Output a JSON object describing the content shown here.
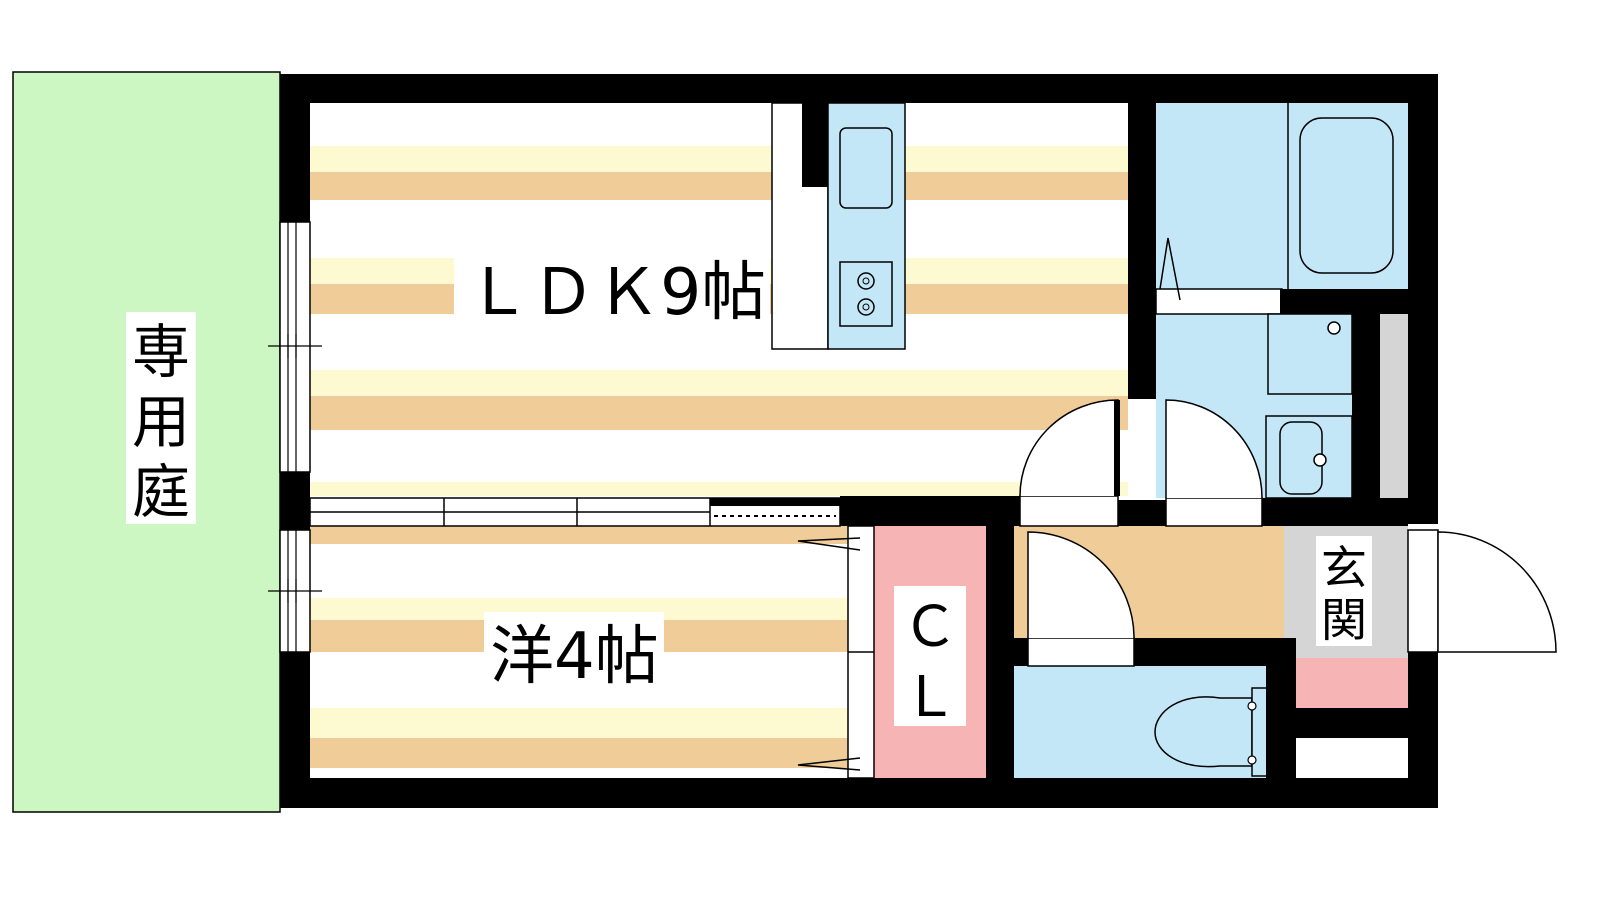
{
  "labels": {
    "garden": "専用庭",
    "ldk": "ＬＤＫ9帖",
    "western_room": "洋4帖",
    "closet": "ＣＬ",
    "entrance": "玄関"
  },
  "colors": {
    "garden_fill": "#ccf7c3",
    "wall": "#000000",
    "floor_stripe_light": "#fdfad2",
    "floor_stripe_dark": "#f0cc98",
    "wet_area": "#c4e7f8",
    "closet": "#f7b4b4",
    "entrance": "#d5d5d5",
    "hallway": "#f0cc98",
    "shoe_box": "#f7b4b4"
  }
}
